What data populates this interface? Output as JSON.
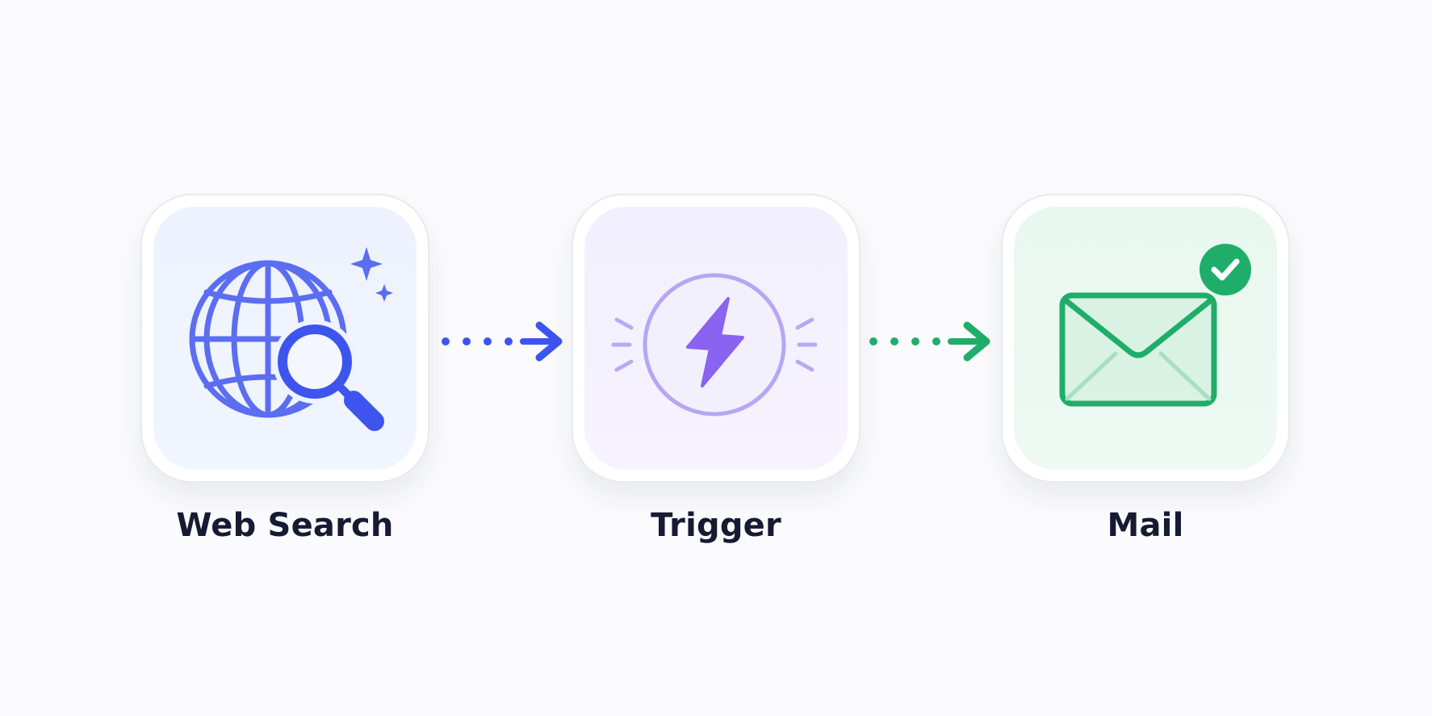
{
  "nodes": [
    {
      "id": "web-search",
      "label": "Web Search",
      "icon": "globe-search-icon",
      "accent": "#5b6df0"
    },
    {
      "id": "trigger",
      "label": "Trigger",
      "icon": "lightning-bolt-icon",
      "accent": "#8a63f0"
    },
    {
      "id": "mail",
      "label": "Mail",
      "icon": "envelope-check-icon",
      "accent": "#1fae6a"
    }
  ],
  "connectors": [
    {
      "from": "web-search",
      "to": "trigger",
      "style": "dotted-arrow",
      "color": "#3d55ee"
    },
    {
      "from": "trigger",
      "to": "mail",
      "style": "dotted-arrow",
      "color": "#1fae6a"
    }
  ]
}
